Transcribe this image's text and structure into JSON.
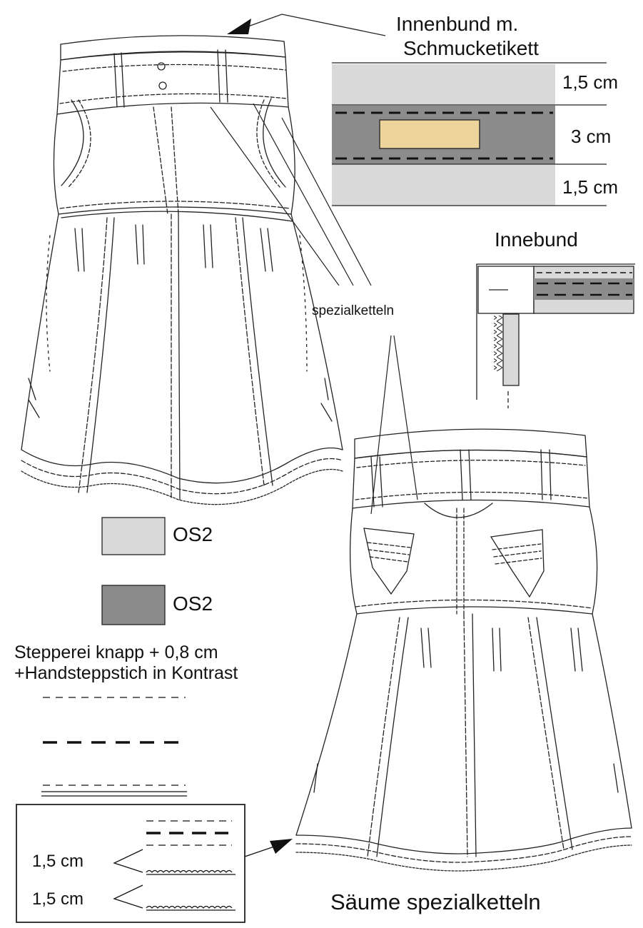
{
  "labels": {
    "inner_waistband_title_1": "Innenbund m.",
    "inner_waistband_title_2": "Schmucketikett",
    "band_top": "1,5 cm",
    "band_middle": "3 cm",
    "band_bottom": "1,5 cm",
    "inner_band_detail_title": "Innebund",
    "special_chain": "spezialketteln",
    "swatch_light": "OS2",
    "swatch_dark": "OS2",
    "stitch_line_1": "Stepperei knapp + 0,8 cm",
    "stitch_line_2": "+Handsteppstich in Kontrast",
    "hem_1": "1,5 cm",
    "hem_2": "1,5 cm",
    "hem_caption": "Säume spezialketteln"
  },
  "colors": {
    "light_fabric": "#d9d9d9",
    "dark_fabric": "#8c8c8c",
    "label_tag": "#ecd49a",
    "line": "#222222"
  }
}
